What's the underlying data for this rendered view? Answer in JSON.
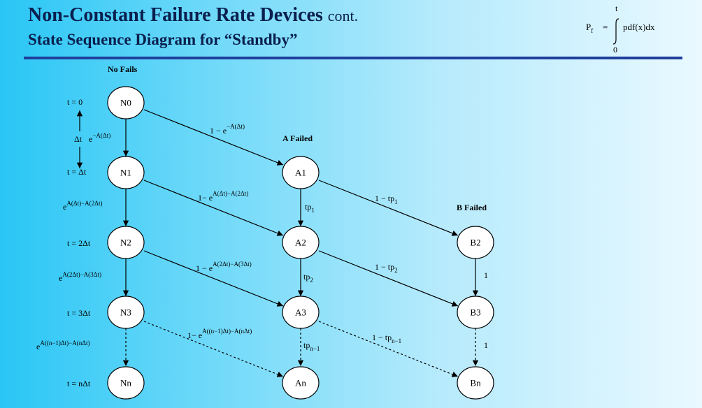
{
  "header": {
    "title": "Non-Constant Failure Rate Devices",
    "title_suffix": "cont.",
    "subtitle": "State Sequence Diagram for “Standby”",
    "formula": {
      "lhs": "P",
      "lhs_sub": "f",
      "equals": "=",
      "upper_limit": "t",
      "lower_limit": "0",
      "integrand": "pdf(x)dx"
    }
  },
  "columns": {
    "no_fails": "No Fails",
    "a_failed": "A Failed",
    "b_failed": "B Failed"
  },
  "nodes": {
    "N0": "N0",
    "N1": "N1",
    "N2": "N2",
    "N3": "N3",
    "Nn": "Nn",
    "A1": "A1",
    "A2": "A2",
    "A3": "A3",
    "An": "An",
    "B2": "B2",
    "B3": "B3",
    "Bn": "Bn"
  },
  "time_labels": {
    "t0": "t = 0",
    "t1": "t = Δt",
    "t2": "t = 2Δt",
    "t3": "t = 3Δt",
    "tn": "t = nΔt"
  },
  "delta_label": {
    "dt": "Δt",
    "e": "e",
    "exp": "−A(Δt)"
  },
  "edge_labels": {
    "n0_a1": {
      "base": "1 − e",
      "exp": "−A(Δt)"
    },
    "n1_a2": {
      "base": "1− e",
      "exp": "A(Δt)−A(2Δt)"
    },
    "n2_a3": {
      "base": "1 − e",
      "exp": "A(2Δt)−A(3Δt)"
    },
    "n3_an": {
      "base": "1− e",
      "exp": "A((n−1)Δt)−A(nΔt)"
    },
    "n1_n2": {
      "base": "e",
      "exp": "A(Δt)−A(2Δt)"
    },
    "n2_n3": {
      "base": "e",
      "exp": "A(2Δt)−A(3Δt)"
    },
    "n3_nn": {
      "base": "e",
      "exp": "A((n−1)Δt)−A(nΔt)"
    },
    "a1_a2": {
      "base": "tp",
      "sub": "1"
    },
    "a2_a3": {
      "base": "tp",
      "sub": "2"
    },
    "a3_an": {
      "base": "tp",
      "sub": "n−1"
    },
    "a1_b2": {
      "base": "1 − tp",
      "sub": "1"
    },
    "a2_b3": {
      "base": "1 − tp",
      "sub": "2"
    },
    "a3_bn": {
      "base": "1 − tp",
      "sub": "n−1"
    },
    "b2_b3": "1",
    "b3_bn": "1"
  }
}
